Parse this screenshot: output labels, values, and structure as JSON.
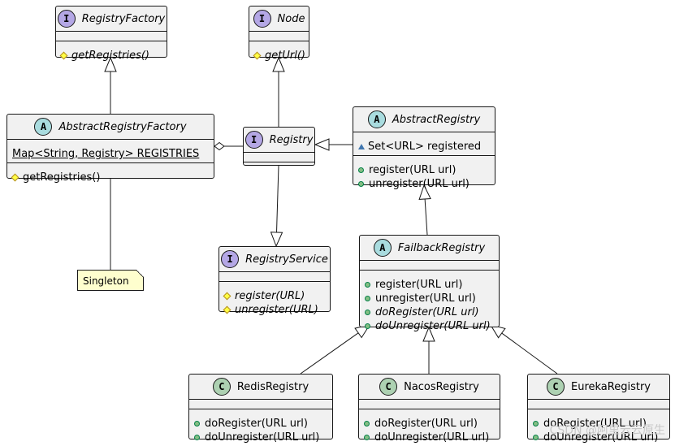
{
  "classes": [
    {
      "id": "registry-factory",
      "kind": "interface",
      "stereotype": "I",
      "name": "RegistryFactory",
      "italic_name": true,
      "fields": [],
      "methods": [
        {
          "vis": "protected",
          "text": "getRegistries()",
          "italic": true
        }
      ]
    },
    {
      "id": "node",
      "kind": "interface",
      "stereotype": "I",
      "name": "Node",
      "italic_name": true,
      "fields": [],
      "methods": [
        {
          "vis": "protected",
          "text": "getUrl()",
          "italic": true
        }
      ]
    },
    {
      "id": "abstract-registry-factory",
      "kind": "abstract",
      "stereotype": "A",
      "name": "AbstractRegistryFactory",
      "italic_name": true,
      "fields": [
        {
          "vis": "none",
          "text": "Map<String, Registry> REGISTRIES",
          "underline": true
        }
      ],
      "methods": [
        {
          "vis": "protected",
          "text": "getRegistries()"
        }
      ]
    },
    {
      "id": "registry",
      "kind": "interface",
      "stereotype": "I",
      "name": "Registry",
      "italic_name": true,
      "fields": [],
      "methods": []
    },
    {
      "id": "abstract-registry",
      "kind": "abstract",
      "stereotype": "A",
      "name": "AbstractRegistry",
      "italic_name": true,
      "fields": [
        {
          "vis": "package",
          "text": "Set<URL> registered"
        }
      ],
      "methods": [
        {
          "vis": "public",
          "text": "register(URL url)"
        },
        {
          "vis": "public",
          "text": "unregister(URL url)"
        }
      ]
    },
    {
      "id": "registry-service",
      "kind": "interface",
      "stereotype": "I",
      "name": "RegistryService",
      "italic_name": true,
      "fields": [],
      "methods": [
        {
          "vis": "protected",
          "text": "register(URL)",
          "italic": true
        },
        {
          "vis": "protected",
          "text": "unregister(URL)",
          "italic": true
        }
      ]
    },
    {
      "id": "failback-registry",
      "kind": "abstract",
      "stereotype": "A",
      "name": "FailbackRegistry",
      "italic_name": true,
      "fields": [],
      "methods": [
        {
          "vis": "public",
          "text": "register(URL url)"
        },
        {
          "vis": "public",
          "text": "unregister(URL url)"
        },
        {
          "vis": "public",
          "text": "doRegister(URL url)",
          "italic": true
        },
        {
          "vis": "public",
          "text": "doUnregister(URL url)",
          "italic": true
        }
      ]
    },
    {
      "id": "redis-registry",
      "kind": "class",
      "stereotype": "C",
      "name": "RedisRegistry",
      "italic_name": false,
      "fields": [],
      "methods": [
        {
          "vis": "public",
          "text": "doRegister(URL url)"
        },
        {
          "vis": "public",
          "text": "doUnregister(URL url)"
        }
      ]
    },
    {
      "id": "nacos-registry",
      "kind": "class",
      "stereotype": "C",
      "name": "NacosRegistry",
      "italic_name": false,
      "fields": [],
      "methods": [
        {
          "vis": "public",
          "text": "doRegister(URL url)"
        },
        {
          "vis": "public",
          "text": "doUnregister(URL url)"
        }
      ]
    },
    {
      "id": "eureka-registry",
      "kind": "class",
      "stereotype": "C",
      "name": "EurekaRegistry",
      "italic_name": false,
      "fields": [],
      "methods": [
        {
          "vis": "public",
          "text": "doRegister(URL url)"
        },
        {
          "vis": "public",
          "text": "doUnregister(URL url)"
        }
      ]
    }
  ],
  "note": {
    "text": "Singleton",
    "attached_to": "abstract-registry-factory"
  },
  "relations": [
    {
      "from": "abstract-registry-factory",
      "to": "registry-factory",
      "type": "generalization"
    },
    {
      "from": "registry",
      "to": "node",
      "type": "generalization"
    },
    {
      "from": "abstract-registry",
      "to": "registry",
      "type": "generalization"
    },
    {
      "from": "registry",
      "to": "registry-service",
      "type": "generalization"
    },
    {
      "from": "failback-registry",
      "to": "abstract-registry",
      "type": "generalization"
    },
    {
      "from": "redis-registry",
      "to": "failback-registry",
      "type": "generalization"
    },
    {
      "from": "nacos-registry",
      "to": "failback-registry",
      "type": "generalization"
    },
    {
      "from": "eureka-registry",
      "to": "failback-registry",
      "type": "generalization"
    },
    {
      "from": "abstract-registry-factory",
      "to": "registry",
      "type": "aggregation"
    }
  ],
  "colors": {
    "interface": "#b4a7e5",
    "abstract": "#a9dcdf",
    "class": "#add1b2",
    "box": "#f1f1f1",
    "note": "#fefece",
    "line": "#181818"
  },
  "watermark": "CSDN @阿里云云原生"
}
